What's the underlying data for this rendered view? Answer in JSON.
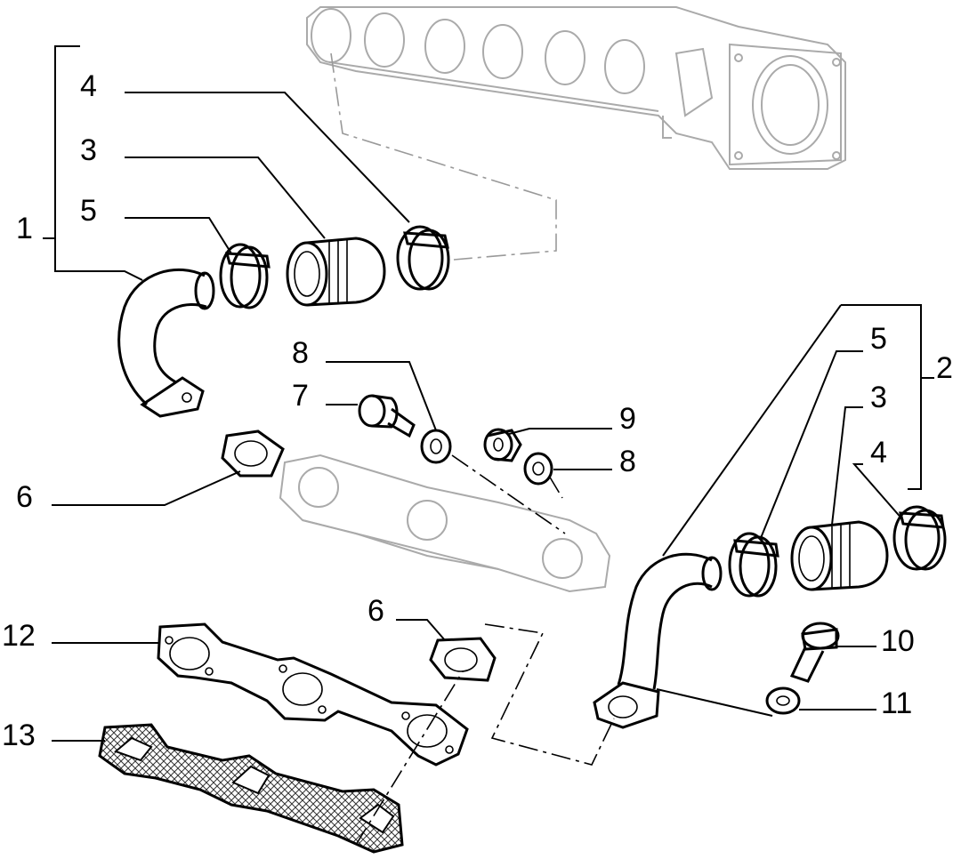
{
  "callouts": {
    "c1": "1",
    "c2": "2",
    "c3a": "3",
    "c3b": "3",
    "c4a": "4",
    "c4b": "4",
    "c5a": "5",
    "c5b": "5",
    "c6a": "6",
    "c6b": "6",
    "c7": "7",
    "c8a": "8",
    "c8b": "8",
    "c9": "9",
    "c10": "10",
    "c11": "11",
    "c12": "12",
    "c13": "13"
  }
}
